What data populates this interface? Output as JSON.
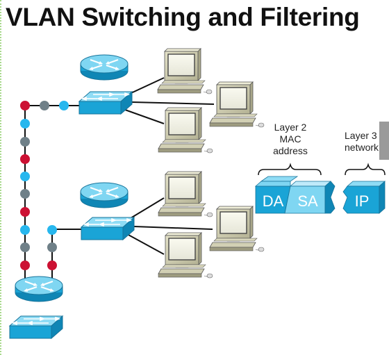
{
  "title": "VLAN Switching and Filtering",
  "labels": {
    "layer2": "Layer 2",
    "mac": "MAC",
    "address": "address",
    "layer3": "Layer 3",
    "network": "network"
  },
  "frame": {
    "da": "DA",
    "sa": "SA",
    "ip": "IP"
  },
  "colors": {
    "device_blue": "#1aa4d6",
    "device_top": "#7fd6f2",
    "trunk_red": "#cc1133",
    "trunk_gray": "#6f8088",
    "trunk_cyan": "#27b7ee"
  }
}
